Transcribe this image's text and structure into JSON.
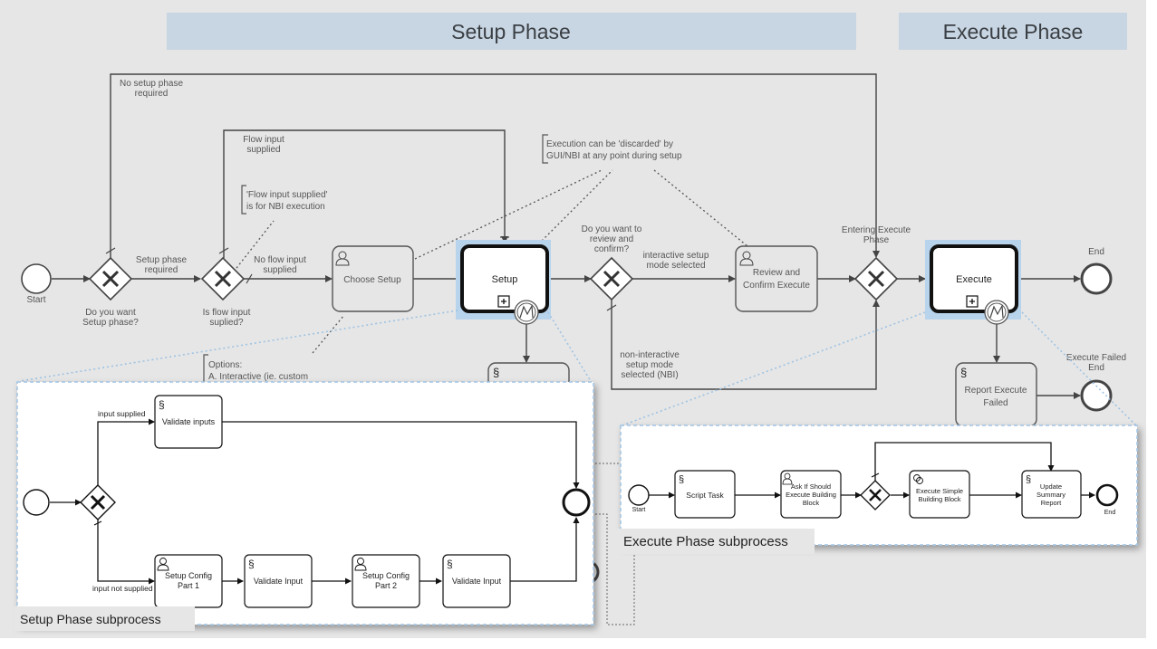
{
  "phases": {
    "setup": "Setup Phase",
    "execute": "Execute Phase"
  },
  "main": {
    "start": "Start",
    "gw1_question": [
      "Do you want",
      "Setup phase?"
    ],
    "setup_required": [
      "Setup phase",
      "required"
    ],
    "no_setup_required": [
      "No setup phase",
      "required"
    ],
    "gw2_question": [
      "Is flow input",
      "suplied?"
    ],
    "flow_input_supplied": [
      "Flow input",
      "supplied"
    ],
    "no_flow_input": [
      "No flow input",
      "supplied"
    ],
    "note_nbi": [
      "'Flow input supplied'",
      "is for NBI execution"
    ],
    "choose_setup": "Choose Setup",
    "setup_task": "Setup",
    "note_discard": [
      "Execution can be 'discarded' by",
      "GUI/NBI at any point during setup"
    ],
    "gw3_question": [
      "Do you want to",
      "review and",
      "confirm?"
    ],
    "interactive": [
      "interactive setup",
      "mode selected"
    ],
    "non_interactive": [
      "non-interactive",
      "setup mode",
      "selected (NBI)"
    ],
    "review": [
      "Review and",
      "Confirm Execute"
    ],
    "entering": [
      "Entering Execute",
      "Phase"
    ],
    "execute_task": "Execute",
    "end": "End",
    "report_failed": [
      "Report Execute",
      "Failed"
    ],
    "execute_failed_end": [
      "Execute Failed",
      "End"
    ],
    "options_note": [
      "Options:",
      "A. Interactive (ie. custom"
    ]
  },
  "setup_sub": {
    "caption": "Setup Phase subprocess",
    "input_supplied": "input supplied",
    "input_not_supplied": "input not supplied",
    "validate_inputs": "Validate inputs",
    "setup_config_1": [
      "Setup Config",
      "Part 1"
    ],
    "validate_input_1": "Validate Input",
    "setup_config_2": [
      "Setup Config",
      "Part 2"
    ],
    "validate_input_2": "Validate Input"
  },
  "execute_sub": {
    "caption": "Execute Phase subprocess",
    "start": "Start",
    "script_task": "Script Task",
    "ask_if": [
      "Ask If Should",
      "Execute Building",
      "Block"
    ],
    "execute_simple": [
      "Execute Simple",
      "Building Block"
    ],
    "update_summary": [
      "Update",
      "Summary",
      "Report"
    ],
    "end": "End"
  },
  "colors": {
    "background": "#e6e6e6",
    "phase_banner": "#c8d5e2",
    "highlight": "#b8d4ec"
  }
}
